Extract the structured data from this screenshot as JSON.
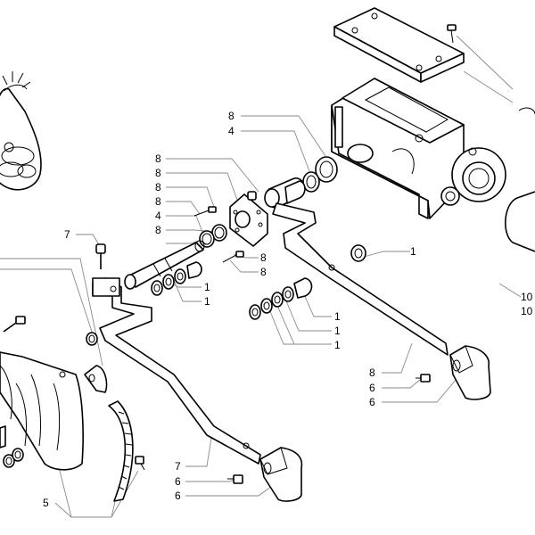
{
  "callouts": {
    "c_8_housing_top": "8",
    "c_4_housing": "4",
    "c_8_a": "8",
    "c_8_b": "8",
    "c_8_c": "8",
    "c_8_d": "8",
    "c_4_mid": "4",
    "c_8_e": "8",
    "c_7_top": "7",
    "c_1_right_top": "1",
    "c_8_right_a": "8",
    "c_8_right_b": "8",
    "c_1_mid_a": "1",
    "c_1_mid_b": "1",
    "c_1_low_a": "1",
    "c_1_low_b": "1",
    "c_1_low_c": "1",
    "c_10_a": "10",
    "c_10_b": "10",
    "c_8_pedal": "8",
    "c_6_pedal_a": "6",
    "c_6_pedal_b": "6",
    "c_7_bottom": "7",
    "c_6_bottom_a": "6",
    "c_6_bottom_b": "6",
    "c_5": "5"
  }
}
